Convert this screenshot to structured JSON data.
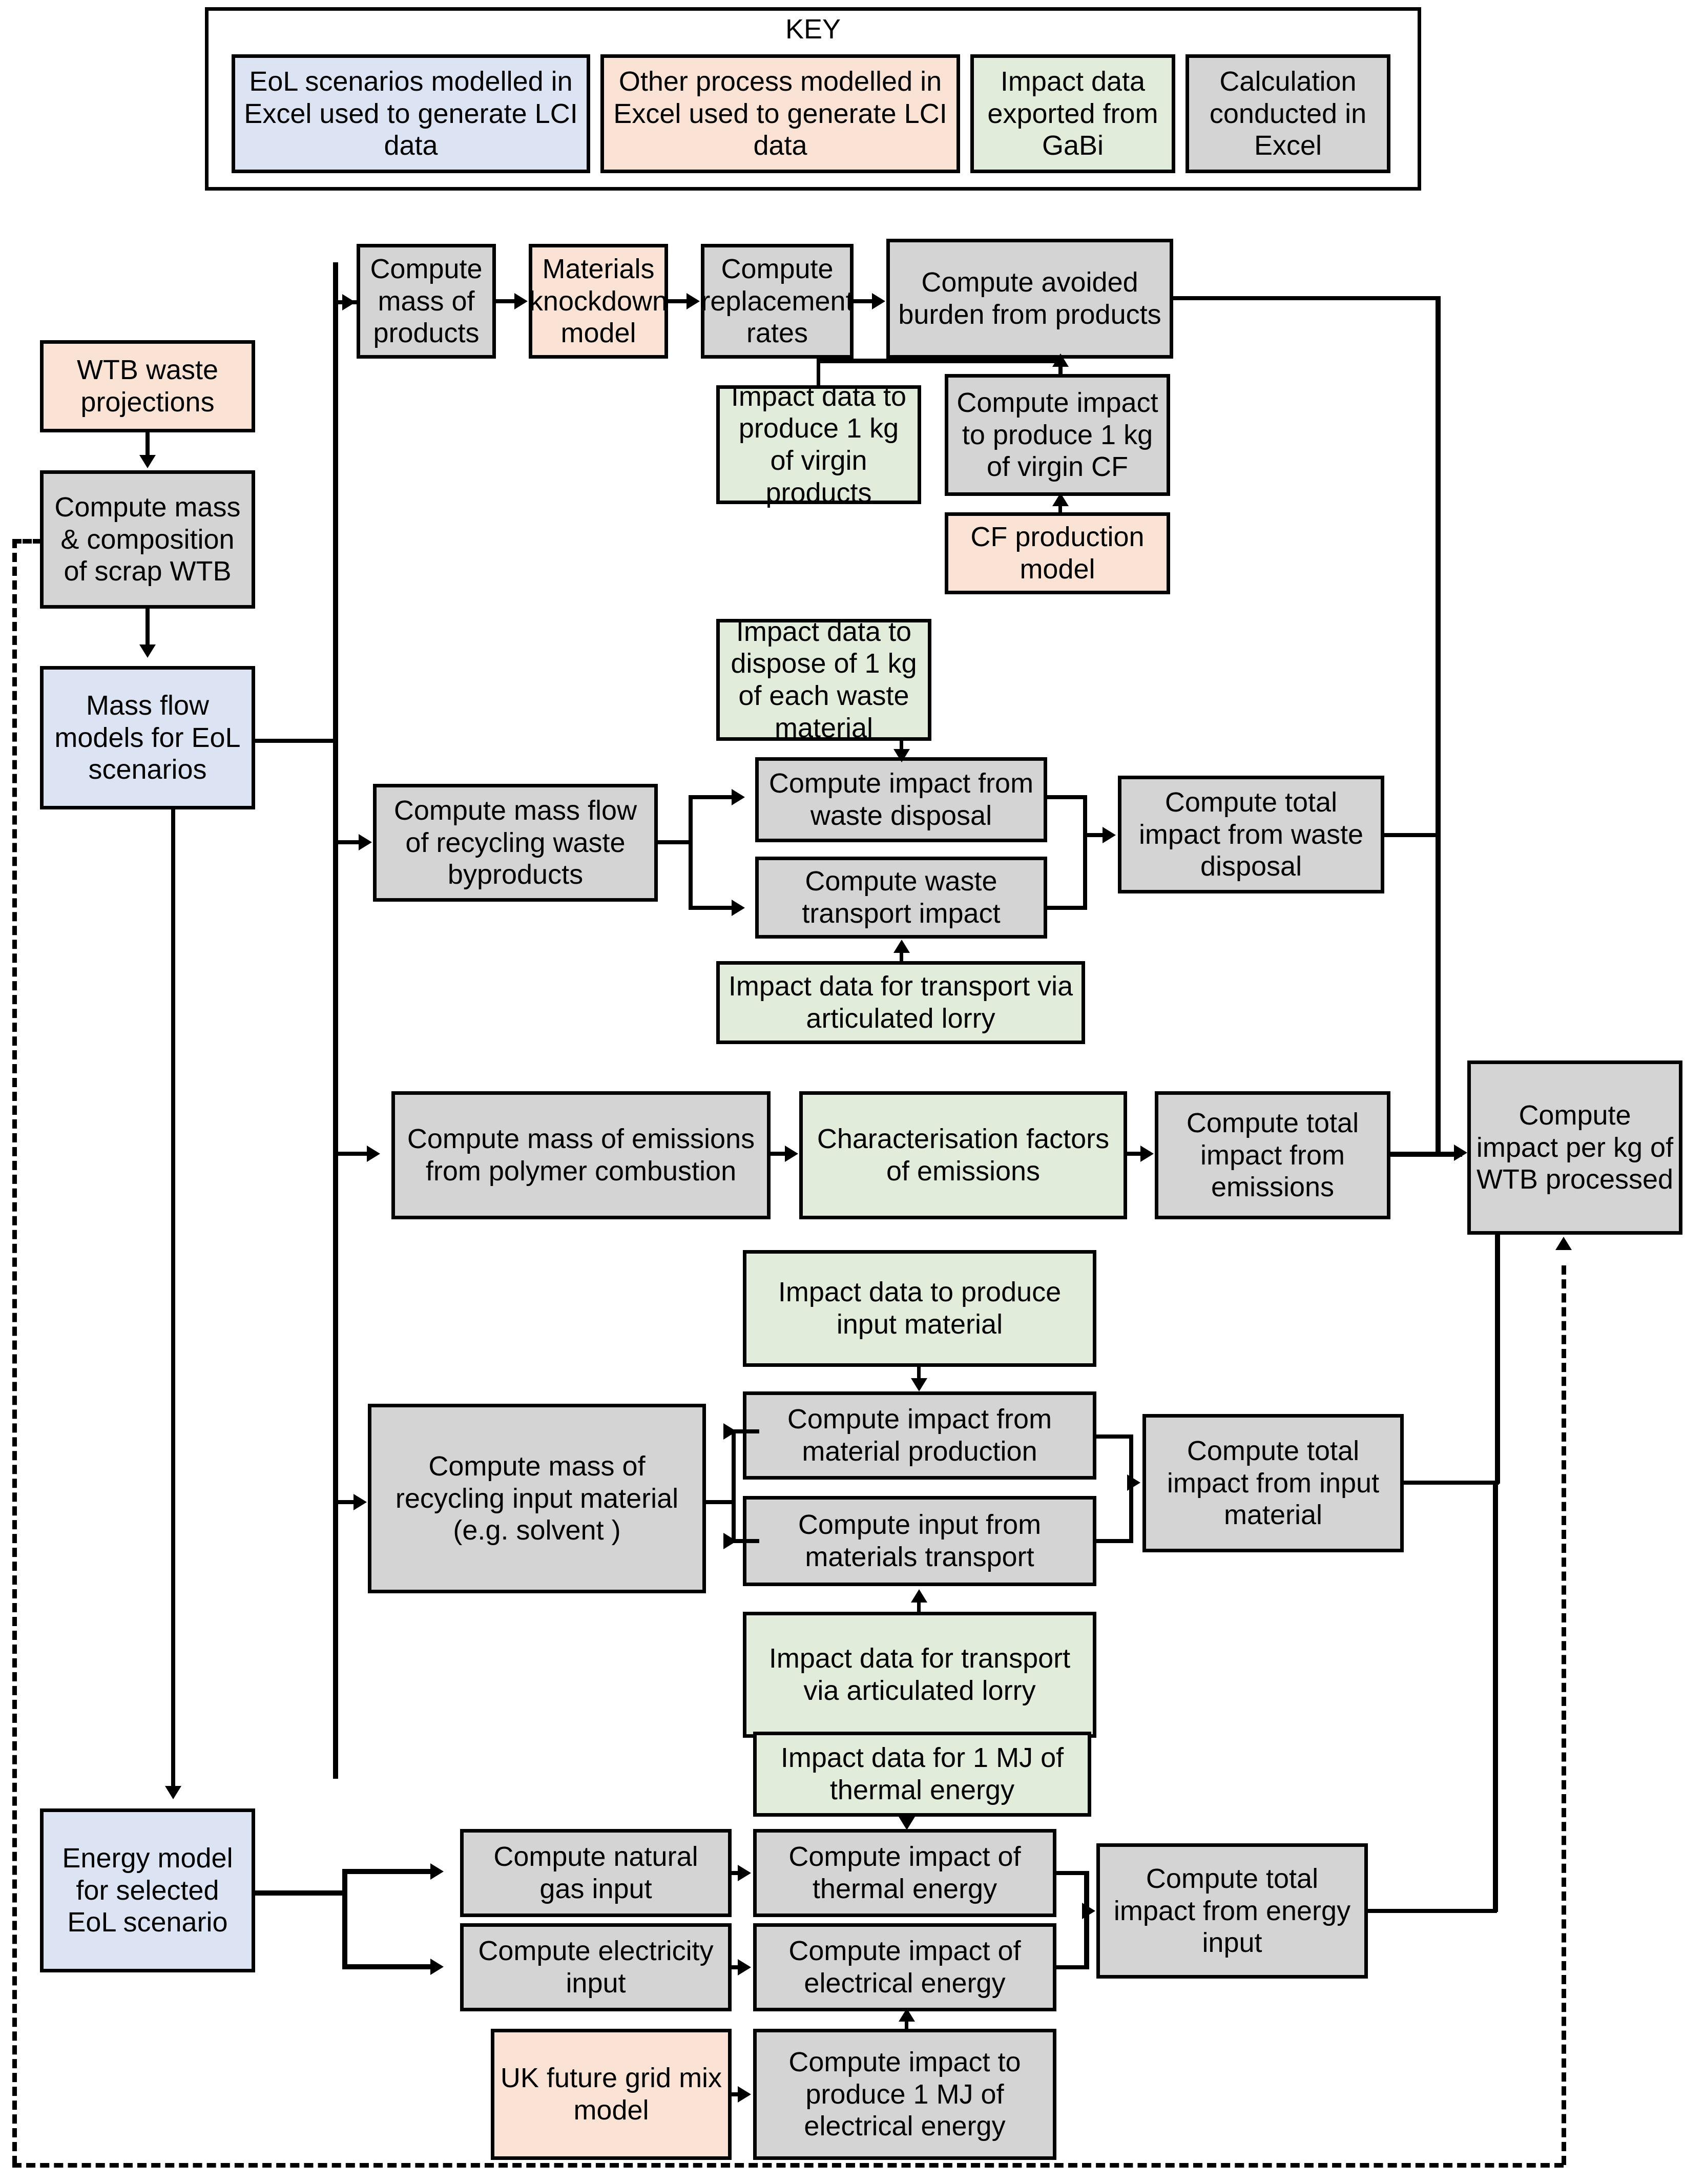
{
  "legend": {
    "title": "KEY",
    "items": [
      {
        "id": "eol-scenarios",
        "label": "EoL scenarios modelled in Excel used to generate LCI data",
        "color": "#dce4f4"
      },
      {
        "id": "other-process",
        "label": "Other process modelled in Excel used to generate LCI data",
        "color": "#fae3d5"
      },
      {
        "id": "impact-data",
        "label": "Impact data exported from GaBi",
        "color": "#e2ecda"
      },
      {
        "id": "calculation",
        "label": "Calculation conducted in Excel",
        "color": "#d4d4d4"
      }
    ]
  },
  "palette": {
    "blue": "#dce4f4",
    "peach": "#fae3d5",
    "green": "#e2ecda",
    "grey": "#d4d4d4",
    "line": "#000000"
  },
  "nodes": {
    "wtb_waste_projections": "WTB waste projections",
    "compute_mass_composition": "Compute mass & composition of scrap WTB",
    "mass_flow_models": "Mass flow models for EoL scenarios",
    "energy_model": "Energy model for selected EoL scenario",
    "compute_mass_products": "Compute mass of products",
    "materials_knockdown": "Materials knockdown model",
    "compute_replacement_rates": "Compute replacement rates",
    "compute_avoided_burden": "Compute avoided burden from products",
    "impact_virgin_products": "Impact data to produce 1 kg of virgin products",
    "compute_impact_virgin_cf": "Compute impact to produce 1 kg of virgin CF",
    "cf_production_model": "CF production model",
    "impact_dispose_waste": "Impact data to dispose of 1 kg of each waste material",
    "compute_mass_flow_byproducts": "Compute mass flow of recycling waste byproducts",
    "compute_impact_waste_disposal": "Compute impact from waste disposal",
    "compute_waste_transport": "Compute waste transport impact",
    "compute_total_waste_disposal": "Compute total impact from waste disposal",
    "impact_transport_lorry_1": "Impact data for transport via articulated lorry",
    "compute_mass_emissions": "Compute mass of emissions from polymer combustion",
    "characterisation_factors": "Characterisation factors of emissions",
    "compute_total_emissions": "Compute total impact from emissions",
    "impact_produce_input_material": "Impact data to produce input material",
    "compute_mass_recycling_input": "Compute mass of recycling input material (e.g. solvent )",
    "compute_impact_material_production": "Compute impact from material production",
    "compute_input_materials_transport": "Compute input from materials transport",
    "compute_total_input_material": "Compute total impact from input material",
    "impact_transport_lorry_2": "Impact data for transport via articulated lorry",
    "impact_thermal_energy": "Impact data for 1 MJ of thermal energy",
    "compute_natural_gas": "Compute natural gas input",
    "compute_impact_thermal": "Compute impact of thermal energy",
    "compute_electricity_input": "Compute electricity input",
    "compute_impact_electrical": "Compute impact of electrical energy",
    "compute_total_energy_input": "Compute total impact from energy input",
    "uk_grid_mix": "UK future grid mix model",
    "compute_impact_1mj_electrical": "Compute impact to produce 1 MJ of electrical energy",
    "compute_impact_per_kg": "Compute impact per kg of WTB processed"
  }
}
